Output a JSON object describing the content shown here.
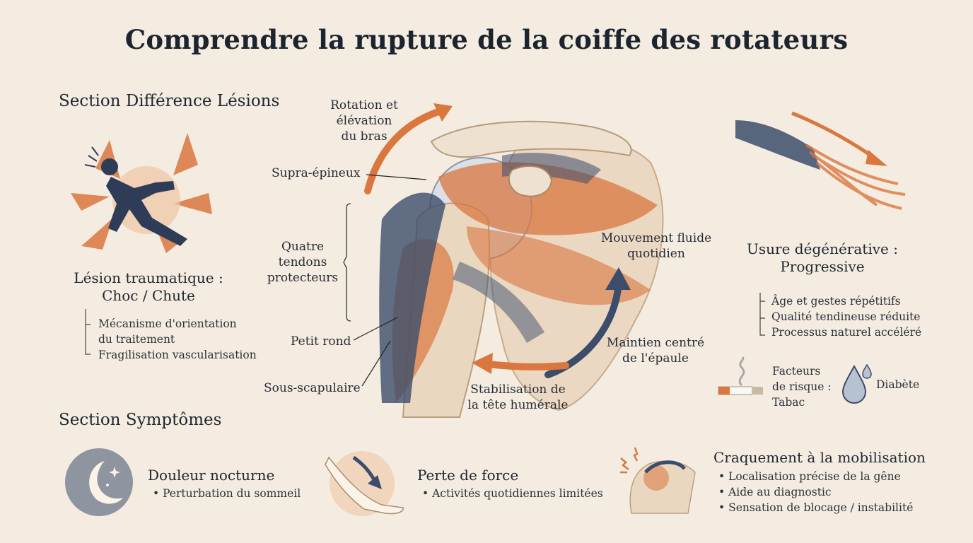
{
  "title": "Comprendre la rupture de la coiffe des rotateurs",
  "sections": {
    "differences": "Section Différence Lésions",
    "symptoms": "Section Symptômes"
  },
  "traumatic": {
    "heading_line1": "Lésion traumatique :",
    "heading_line2": "Choc / Chute",
    "items": [
      "Mécanisme d'orientation",
      "du traitement",
      "Fragilisation vascularisation"
    ]
  },
  "degenerative": {
    "heading_line1": "Usure dégénérative :",
    "heading_line2": "Progressive",
    "items": [
      "Âge et gestes répétitifs",
      "Qualité tendineuse réduite",
      "Processus naturel accéléré"
    ],
    "risk_line1": "Facteurs",
    "risk_line2": "de risque :",
    "risk_line3": "Tabac",
    "diabetes": "Diabète"
  },
  "anatomy": {
    "rotation_line1": "Rotation et",
    "rotation_line2": "élévation",
    "rotation_line3": "du bras",
    "supra": "Supra-épineux",
    "four_line1": "Quatre",
    "four_line2": "tendons",
    "four_line3": "protecteurs",
    "petit_rond": "Petit rond",
    "sous_scap": "Sous-scapulaire",
    "mouvement_line1": "Mouvement fluide",
    "mouvement_line2": "quotidien",
    "maintien_line1": "Maintien centré",
    "maintien_line2": "de l'épaule",
    "stab_line1": "Stabilisation de",
    "stab_line2": "la tête humérale"
  },
  "symptoms": [
    {
      "title": "Douleur nocturne",
      "items": [
        "Perturbation du sommeil"
      ]
    },
    {
      "title": "Perte de force",
      "items": [
        "Activités quotidiennes limitées"
      ]
    },
    {
      "title": "Craquement à la mobilisation",
      "items": [
        "Localisation précise de la gêne",
        "Aide au diagnostic",
        "Sensation de blocage / instabilité"
      ]
    }
  ],
  "colors": {
    "background": "#f4ece0",
    "orange": "#d9773f",
    "navy": "#3b4d6b"
  },
  "icons": [
    "falling-person-icon",
    "torn-tendon-icon",
    "cigarette-icon",
    "water-drop-icon",
    "moon-icon",
    "arm-icon",
    "shoulder-pain-icon"
  ]
}
